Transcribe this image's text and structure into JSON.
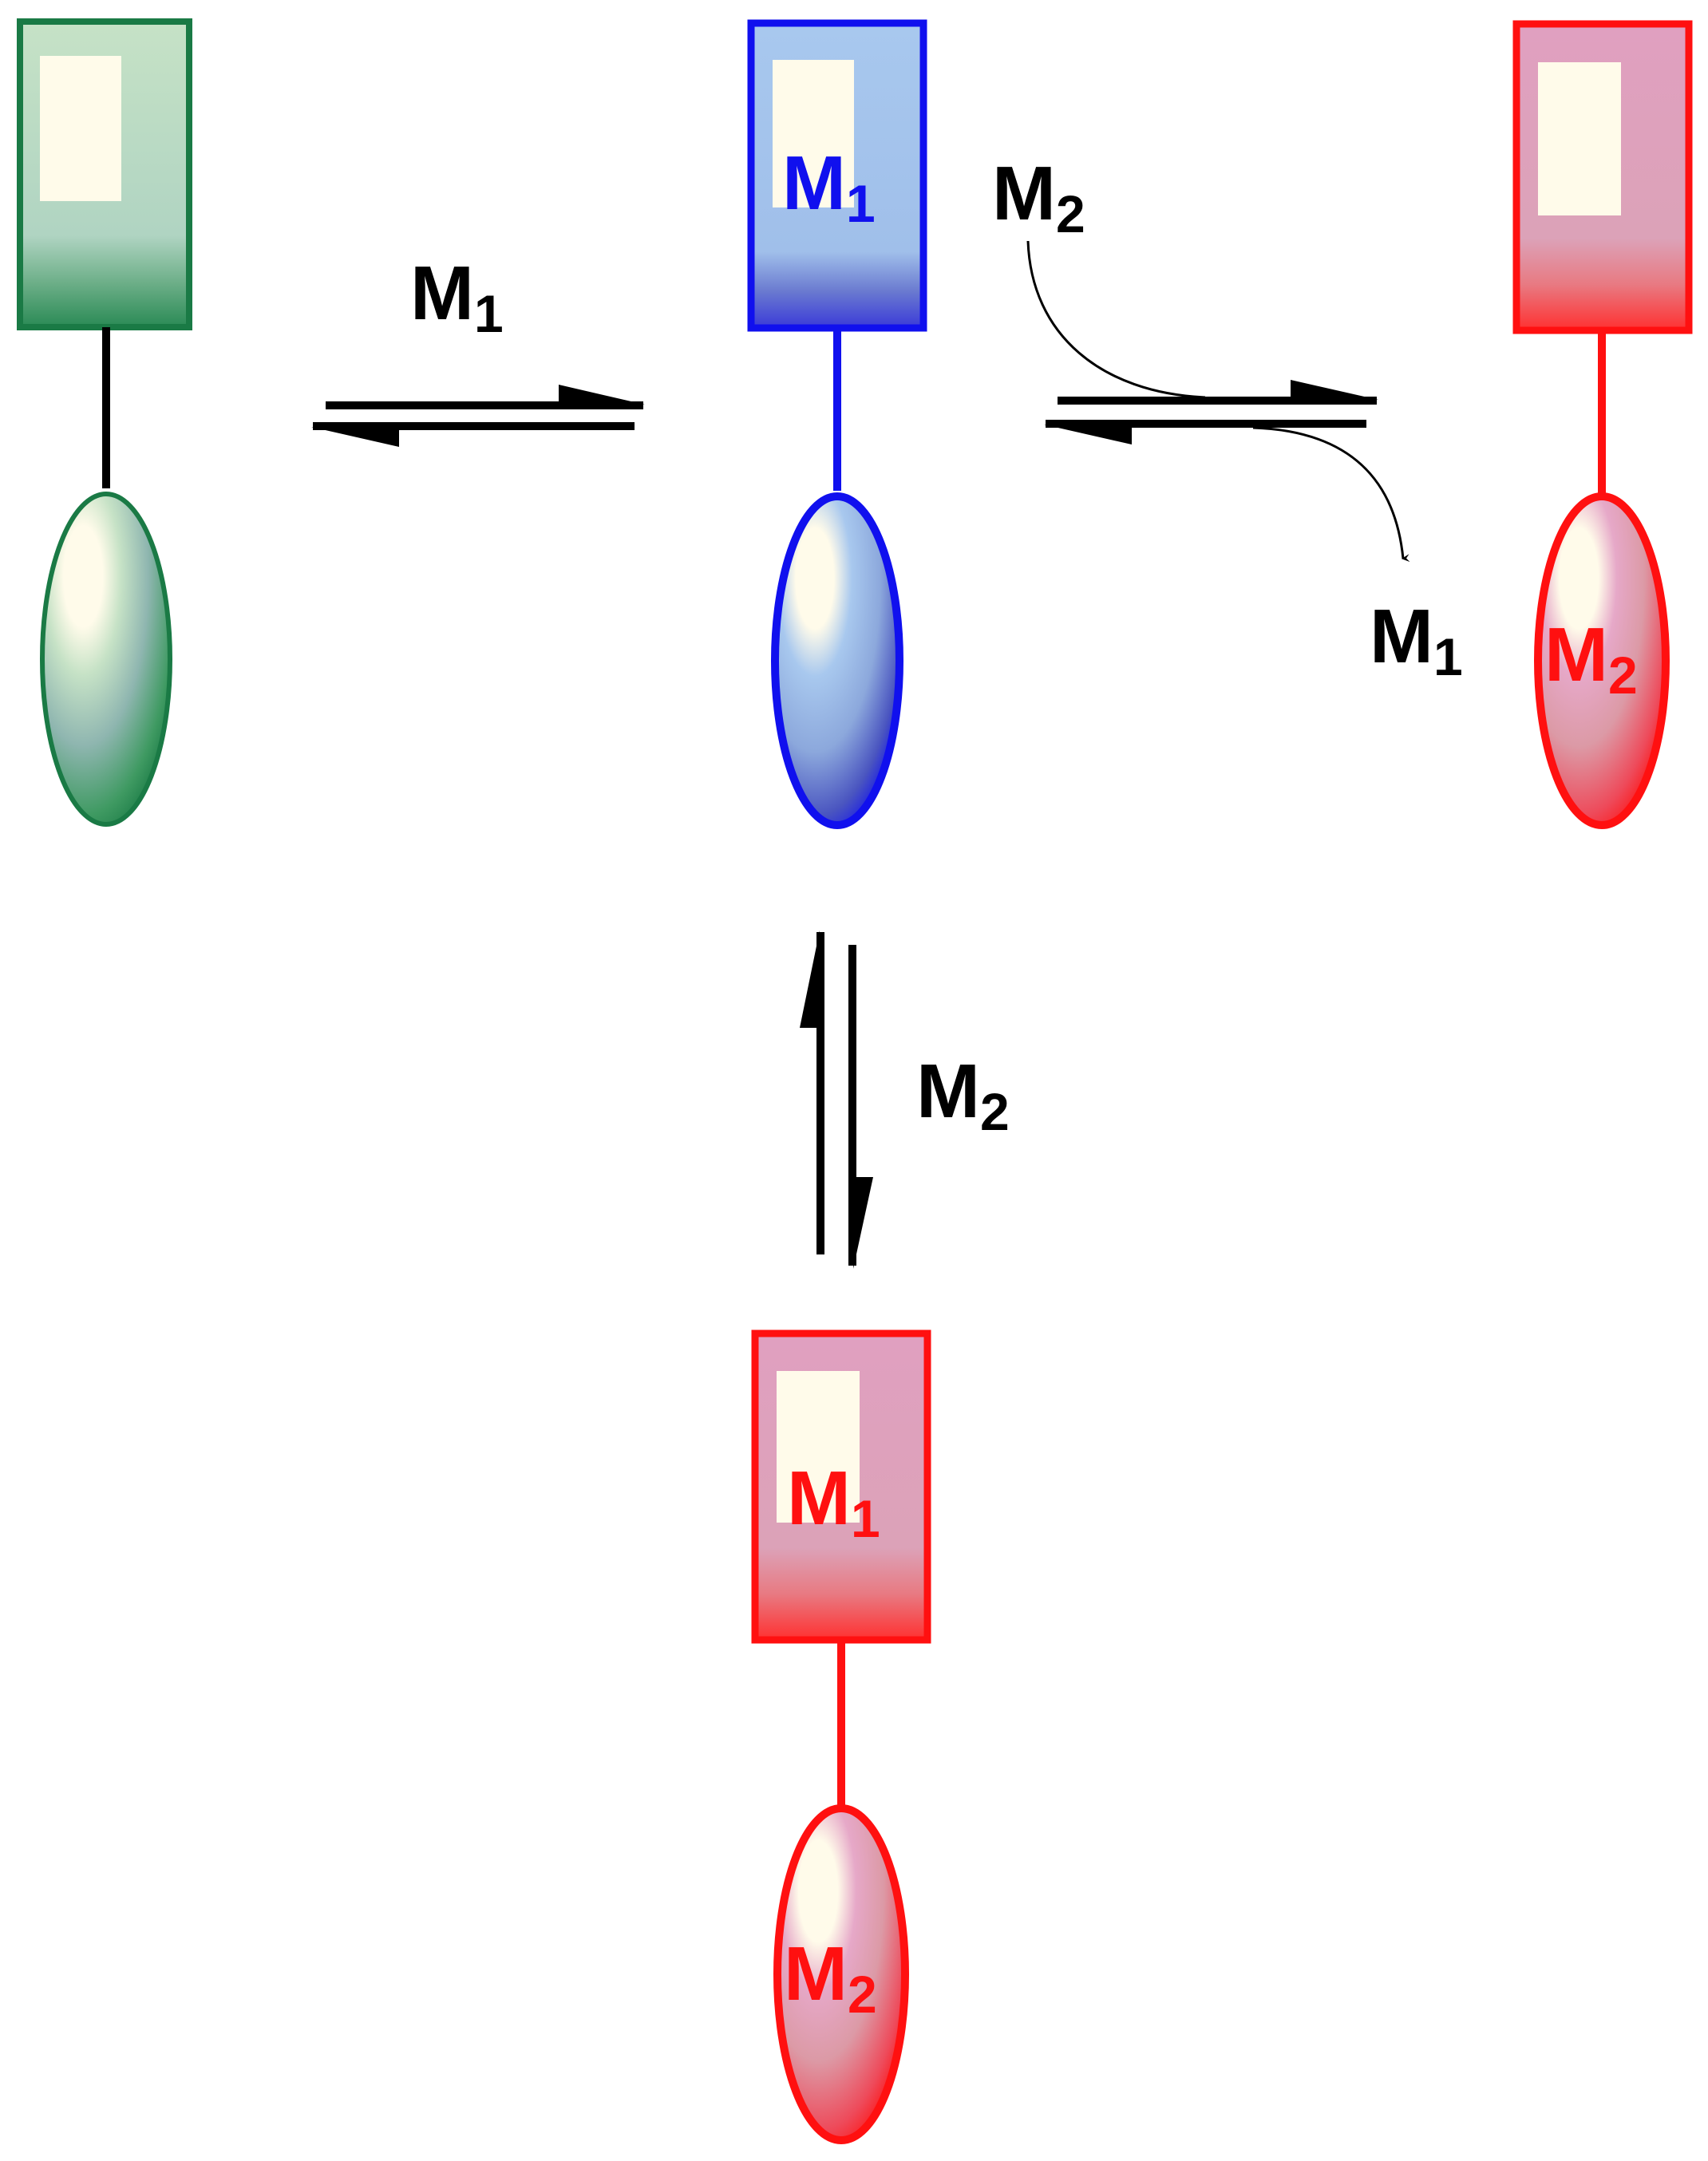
{
  "colors": {
    "green": "#1a7a45",
    "blue": "#1010ee",
    "red": "#ff1010",
    "black": "#000000"
  },
  "species": {
    "free_receptor": {
      "color": "green",
      "head_label": "",
      "tail_label": ""
    },
    "m1_complex": {
      "color": "blue",
      "head_label": "M",
      "head_sub": "1",
      "tail_label": ""
    },
    "m2_tail_complex": {
      "color": "red",
      "head_label": "",
      "tail_label": "M",
      "tail_sub": "2"
    },
    "m1_m2_complex": {
      "color": "red",
      "head_label": "M",
      "head_sub": "1",
      "tail_label": "M",
      "tail_sub": "2"
    }
  },
  "arrows": {
    "equilibrium_1": {
      "reagent": "M",
      "reagent_sub": "1"
    },
    "equilibrium_2": {
      "incoming": "M",
      "incoming_sub": "2",
      "outgoing": "M",
      "outgoing_sub": "1"
    },
    "equilibrium_3": {
      "reagent": "M",
      "reagent_sub": "2"
    }
  }
}
